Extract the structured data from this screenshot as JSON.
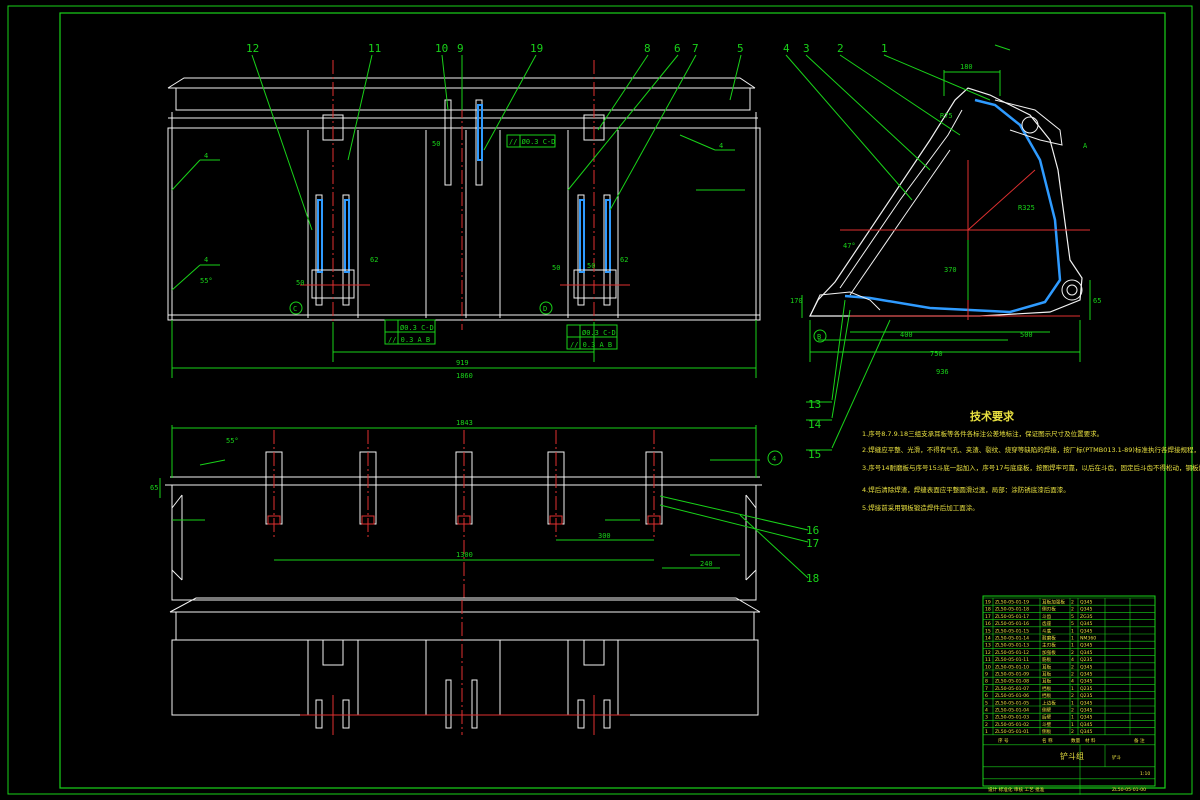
{
  "colors": {
    "background": "#000000",
    "line_green": "#19d219",
    "line_white": "#f2f2f2",
    "center_red": "#e03030",
    "weld_blue": "#2f9bff",
    "text_yellow": "#e8e040"
  },
  "front_view": {
    "callouts": [
      "12",
      "11",
      "10",
      "9",
      "19",
      "8",
      "6",
      "7",
      "5"
    ],
    "dims": {
      "inner": "919",
      "overall": "1860",
      "left_detail": "50",
      "right_detail": "50",
      "center_gap": "50",
      "bolt_gap": "50",
      "left_height": "62",
      "right_height": "62",
      "angle_55": "55°"
    },
    "fcf_left": {
      "row1": "Ø0.3  C-D",
      "row2": "// 0.3 A B"
    },
    "fcf_right": {
      "row1": "Ø0.3  C-D",
      "row2": "// 0.3 A B"
    },
    "fcf_top": "// Ø0.3  C-D",
    "datum_c": "C",
    "datum_d": "D",
    "weld_size": "4"
  },
  "side_view": {
    "callouts": [
      "4",
      "3",
      "2",
      "1"
    ],
    "left_callouts": [
      "13",
      "14",
      "15"
    ],
    "dims": {
      "top": "180",
      "height": "370",
      "radius": "R325",
      "r_top": "R75",
      "bottom_left": "400",
      "bottom_right": "500",
      "mid": "750",
      "overall": "936",
      "lip_height": "170",
      "right_height": "65",
      "angle": "47°"
    },
    "datum": "B",
    "datum_a": "A"
  },
  "top_view": {
    "dims": {
      "overall": "1843",
      "tooth_span": "1300",
      "spacing": "300",
      "tooth_len": "240",
      "left_thk": "65",
      "angle": "55°"
    },
    "right_callouts": [
      "16",
      "17",
      "18"
    ],
    "datum": "4"
  },
  "tech_req": {
    "title": "技术要求",
    "items": [
      "1.序号8.7.9.18三组支承耳板等各件各标注公差地标注，保证图示尺寸及位置要求。",
      "2.焊缝应平整、光滑，不得有气孔、夹渣、裂纹、烧穿等缺陷的焊接，按厂标(PTMB013.1-89)标准执行各焊接规程，焊后应清除焊渣。",
      "3.序号14耐磨板与序号15斗底一起加入，序号17与底座板，按图焊牢可靠，以后在斗齿，固定后斗齿不得松动，钢板焊后不平度要求。",
      "4.焊后清除焊渣，焊缝表面应平整圆滑过渡，局部：涂防锈底漆后面漆。",
      "5.焊接前采用钢板锻造焊件后加工面涂。"
    ]
  },
  "bom": {
    "rows": [
      {
        "no": "19",
        "code": "ZL50-05-01-19",
        "name": "耳板加强板",
        "qty": "2",
        "mat": "Q345"
      },
      {
        "no": "18",
        "code": "ZL50-05-01-18",
        "name": "侧刃板",
        "qty": "2",
        "mat": "Q345"
      },
      {
        "no": "17",
        "code": "ZL50-05-01-17",
        "name": "斗齿",
        "qty": "5",
        "mat": "ZG35"
      },
      {
        "no": "16",
        "code": "ZL50-05-01-16",
        "name": "齿座",
        "qty": "5",
        "mat": "Q345"
      },
      {
        "no": "15",
        "code": "ZL50-05-01-15",
        "name": "斗底",
        "qty": "1",
        "mat": "Q345"
      },
      {
        "no": "14",
        "code": "ZL50-05-01-14",
        "name": "耐磨板",
        "qty": "1",
        "mat": "NM360"
      },
      {
        "no": "13",
        "code": "ZL50-05-01-13",
        "name": "主刃板",
        "qty": "1",
        "mat": "Q345"
      },
      {
        "no": "12",
        "code": "ZL50-05-01-12",
        "name": "加强板",
        "qty": "2",
        "mat": "Q345"
      },
      {
        "no": "11",
        "code": "ZL50-05-01-11",
        "name": "筋板",
        "qty": "4",
        "mat": "Q235"
      },
      {
        "no": "10",
        "code": "ZL50-05-01-10",
        "name": "耳板",
        "qty": "2",
        "mat": "Q345"
      },
      {
        "no": "9",
        "code": "ZL50-05-01-09",
        "name": "耳板",
        "qty": "2",
        "mat": "Q345"
      },
      {
        "no": "8",
        "code": "ZL50-05-01-08",
        "name": "耳板",
        "qty": "4",
        "mat": "Q345"
      },
      {
        "no": "7",
        "code": "ZL50-05-01-07",
        "name": "挡板",
        "qty": "1",
        "mat": "Q235"
      },
      {
        "no": "6",
        "code": "ZL50-05-01-06",
        "name": "挡板",
        "qty": "2",
        "mat": "Q235"
      },
      {
        "no": "5",
        "code": "ZL50-05-01-05",
        "name": "上边板",
        "qty": "1",
        "mat": "Q345"
      },
      {
        "no": "4",
        "code": "ZL50-05-01-04",
        "name": "侧壁",
        "qty": "2",
        "mat": "Q345"
      },
      {
        "no": "3",
        "code": "ZL50-05-01-03",
        "name": "后壁",
        "qty": "1",
        "mat": "Q345"
      },
      {
        "no": "2",
        "code": "ZL50-05-01-02",
        "name": "斗壁",
        "qty": "1",
        "mat": "Q345"
      },
      {
        "no": "1",
        "code": "ZL50-05-01-01",
        "name": "侧板",
        "qty": "2",
        "mat": "Q345"
      }
    ],
    "header": {
      "no": "序 号",
      "name": "名 称",
      "qty": "数量",
      "mat": "材 料",
      "note": "备 注"
    },
    "title": "铲斗组",
    "scale": "1:10",
    "drawing_no": "ZL50-05-01-00",
    "part": "铲斗",
    "sign_row": "设计  标准化  审核  工艺  批准"
  }
}
